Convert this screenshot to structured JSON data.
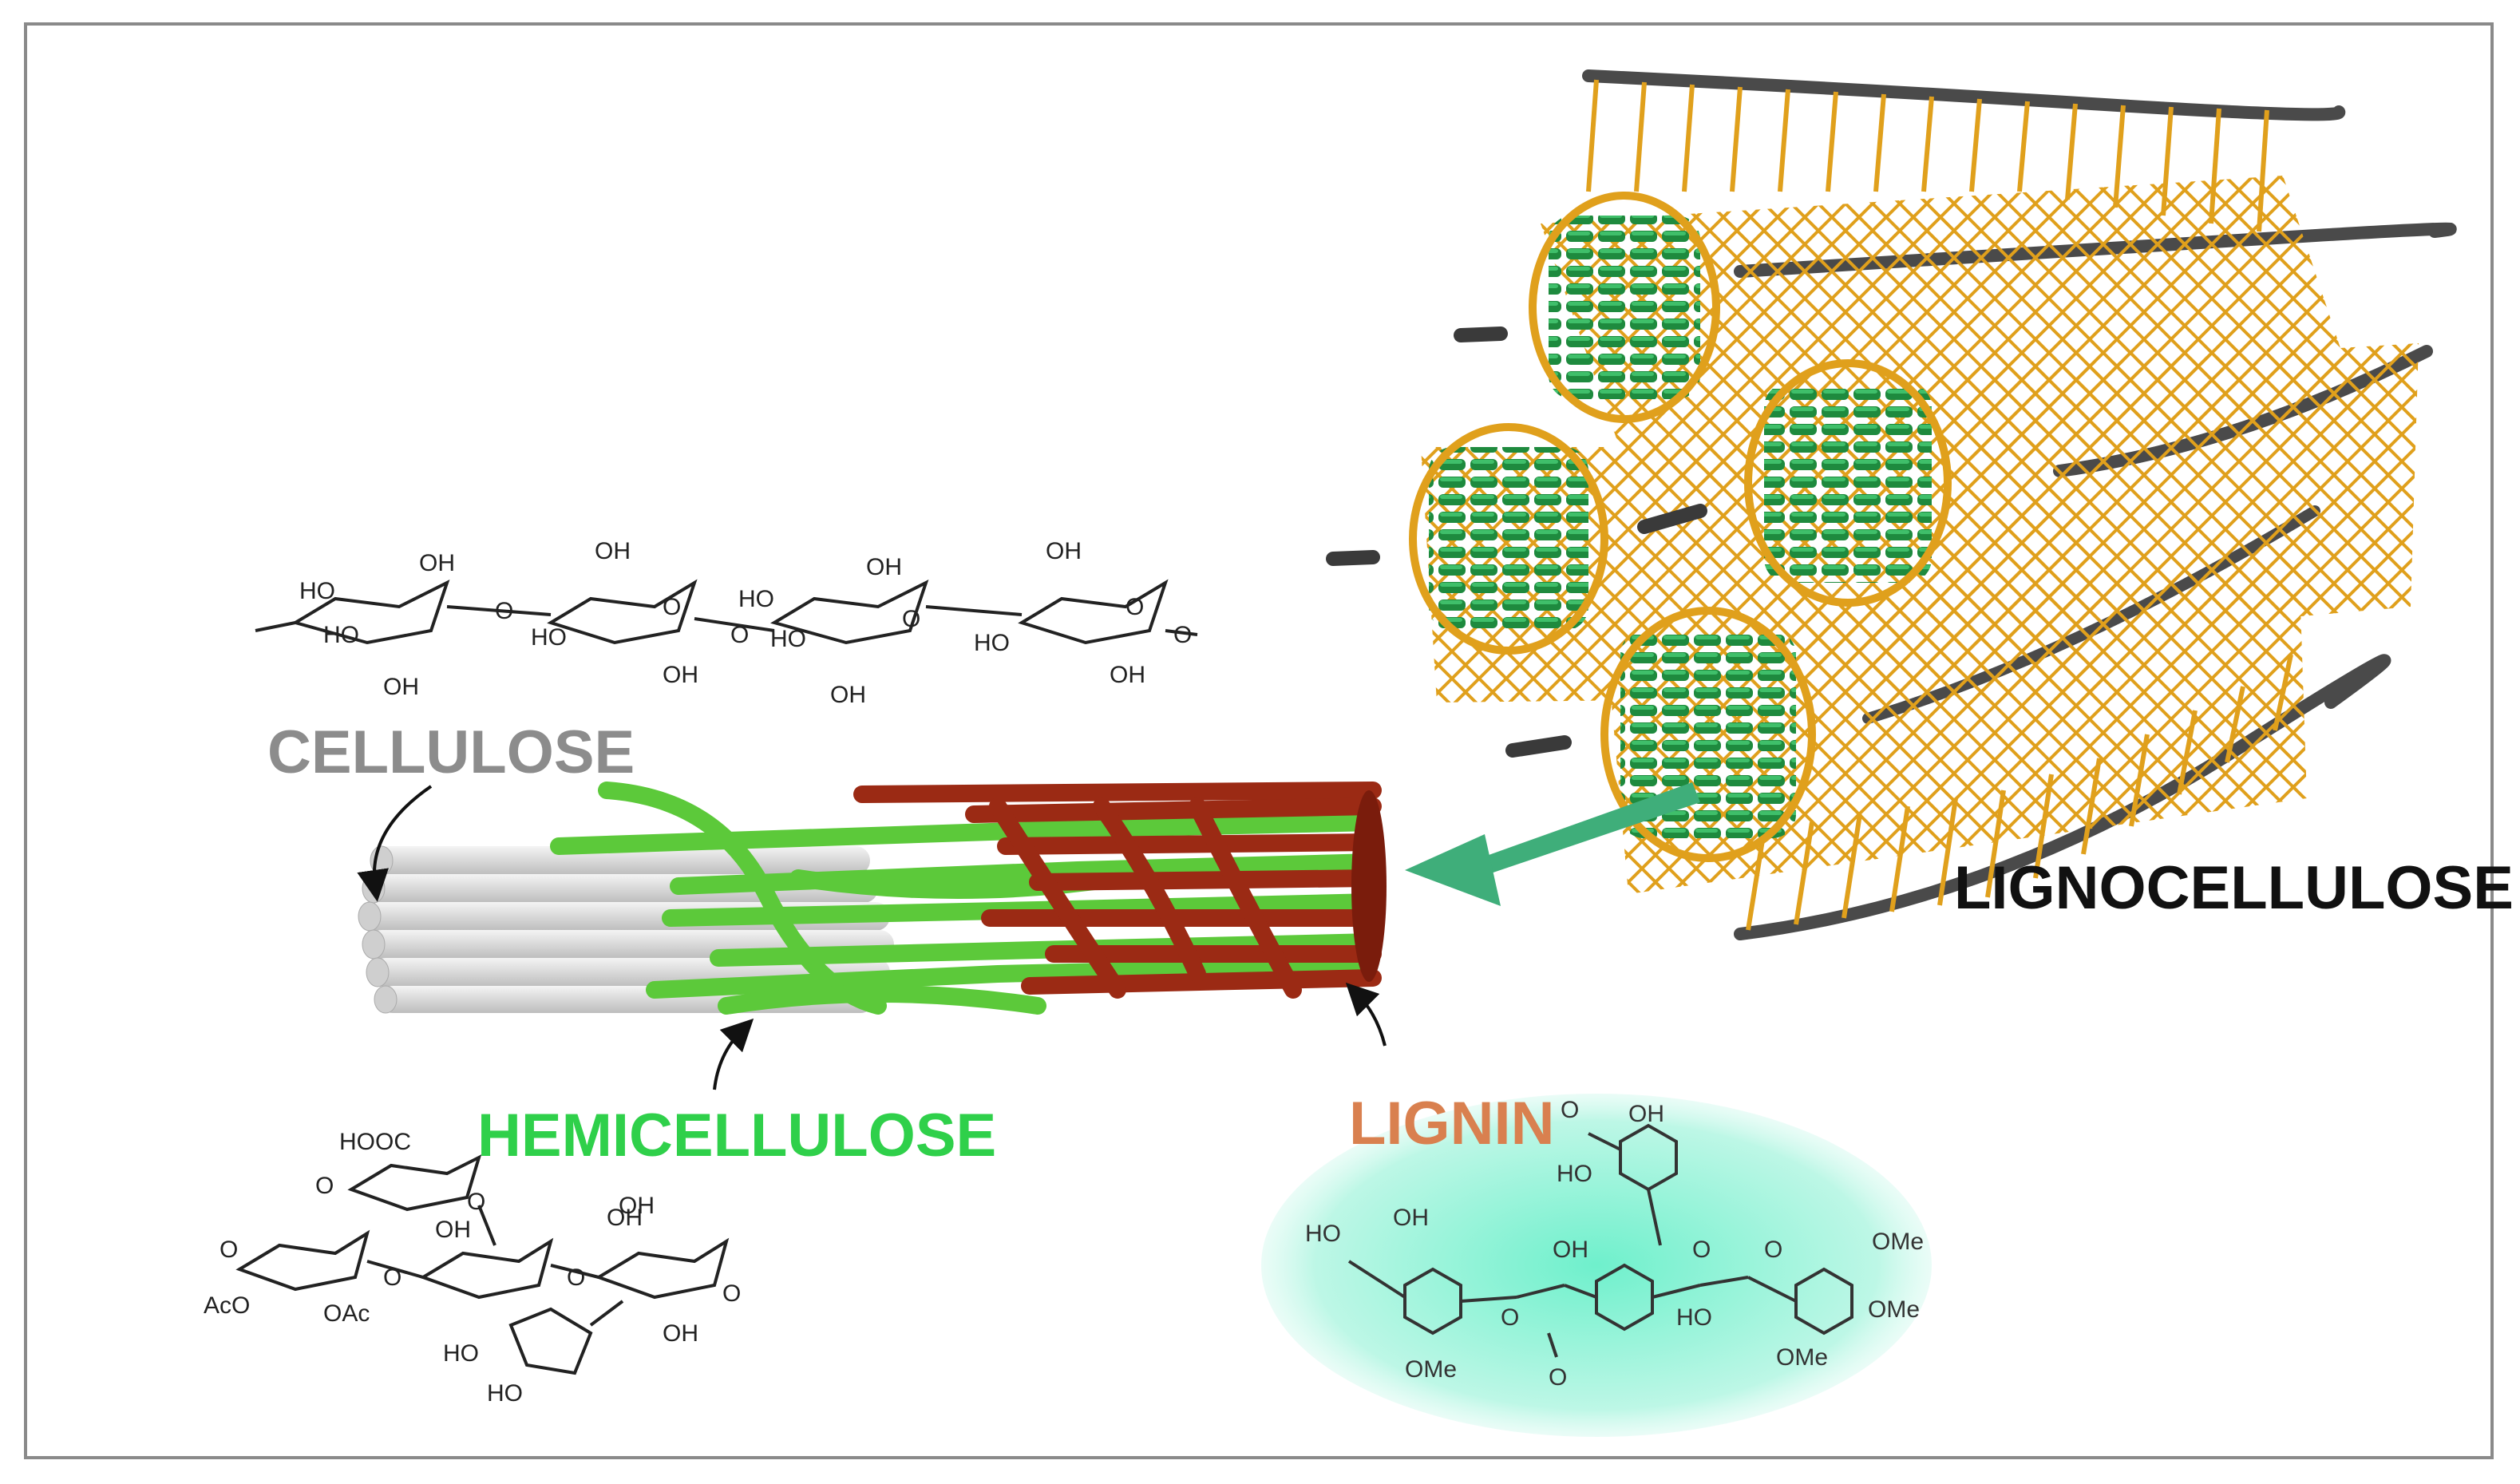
{
  "labels": {
    "cellulose": "CELLULOSE",
    "hemicellulose": "HEMICELLULOSE",
    "lignin": "LIGNIN",
    "lignocellulose": "LIGNOCELLULOSE"
  },
  "cellulose_structure": {
    "groups": [
      "OH",
      "HO",
      "HO",
      "OH",
      "O",
      "OH",
      "HO",
      "O",
      "OH",
      "HO",
      "HO",
      "OH",
      "O",
      "OH",
      "OH",
      "HO",
      "O",
      "O",
      "OH",
      "O"
    ]
  },
  "hemicellulose_structure": {
    "groups": [
      "HOOC",
      "O",
      "OH",
      "O",
      "O",
      "AcO",
      "OAc",
      "O",
      "OH",
      "O",
      "O",
      "OH",
      "HO",
      "HO",
      "OH"
    ]
  },
  "lignin_structure": {
    "groups": [
      "OH",
      "O",
      "HO",
      "HO",
      "OH",
      "OH",
      "O",
      "O",
      "OMe",
      "O",
      "HO",
      "OMe",
      "O",
      "OMe",
      "OMe"
    ]
  },
  "colors": {
    "cellulose_label": "#8c8c8c",
    "hemicellulose_label": "#2fd04a",
    "lignin_label": "#d9804f",
    "lignocellulose_label": "#111111",
    "arrow": "#3fae7a",
    "lignin_blob": "#7ff0d0",
    "fiber_green": "#1e8a3e",
    "mesh_gold": "#e0a01c",
    "hemi_strand": "#5cc93a",
    "lignin_strand": "#9b2a14",
    "cellulose_rod": "#dcdcdc"
  }
}
